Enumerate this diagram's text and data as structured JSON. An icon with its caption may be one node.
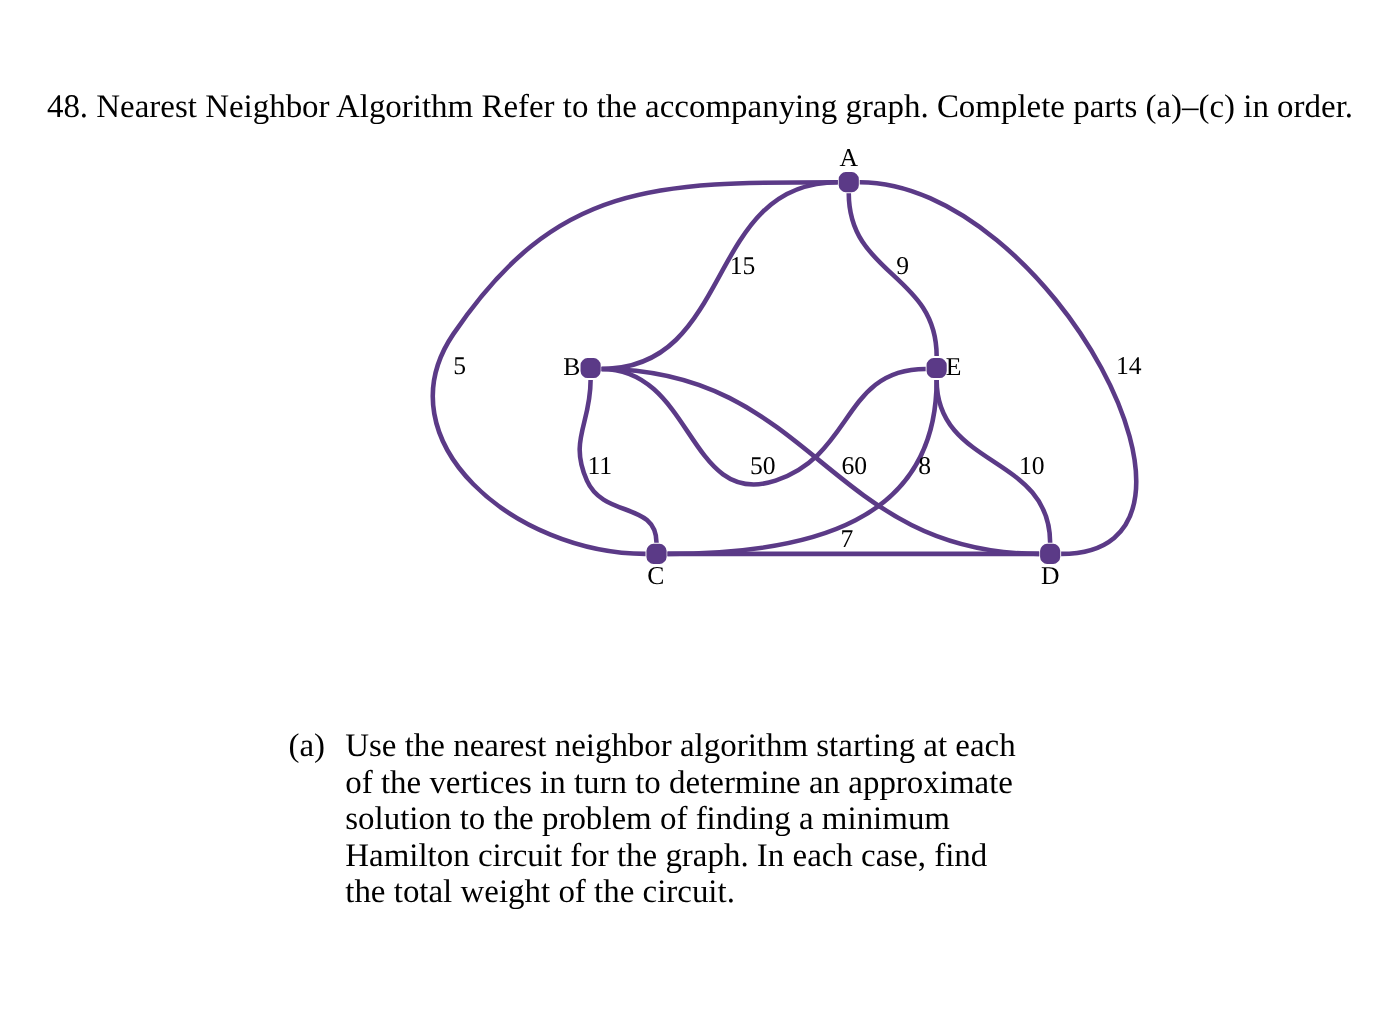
{
  "diagram": {
    "title": "48. Nearest Neighbor Algorithm Refer to the accompanying graph. Complete parts (a)–(c) in order.",
    "nodes": [
      {
        "text": [],
        "shape": "circle",
        "beside": [
          "A"
        ]
      },
      {
        "text": [],
        "shape": "circle",
        "beside": [
          "B"
        ]
      },
      {
        "text": [],
        "shape": "circle",
        "beside": [
          "E"
        ]
      },
      {
        "text": [],
        "shape": "circle",
        "beside": [
          "C"
        ]
      },
      {
        "text": [],
        "shape": "circle",
        "beside": [
          "D"
        ]
      }
    ],
    "edges": [
      {
        "from": 0,
        "to": 1,
        "arrow": "none",
        "label": "15"
      },
      {
        "from": 0,
        "to": 2,
        "arrow": "none",
        "label": "9"
      },
      {
        "from": 0,
        "to": 3,
        "arrow": "none",
        "label": "5"
      },
      {
        "from": 0,
        "to": 4,
        "arrow": "none",
        "label": "14"
      },
      {
        "from": 1,
        "to": 2,
        "arrow": "none",
        "label": "50"
      },
      {
        "from": 1,
        "to": 3,
        "arrow": "none",
        "label": "11"
      },
      {
        "from": 1,
        "to": 4,
        "arrow": "none",
        "label": "60"
      },
      {
        "from": 3,
        "to": 2,
        "arrow": "none",
        "label": "8"
      },
      {
        "from": 3,
        "to": 4,
        "arrow": "none",
        "label": "7"
      },
      {
        "from": 4,
        "to": 2,
        "arrow": "none",
        "label": "10"
      }
    ],
    "labels": [
      "(a)",
      "Use the nearest neighbor algorithm starting at each of the vertices in turn to determine an approximate solution to the problem of finding a minimum Hamilton circuit for the graph. In each case, find the total weight of the circuit."
    ]
  }
}
